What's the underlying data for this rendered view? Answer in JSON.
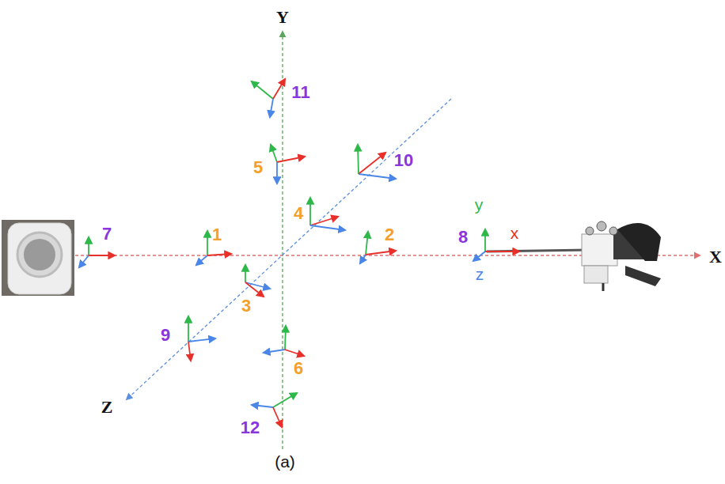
{
  "diagram": {
    "caption": "(a)",
    "labels": [
      "Y",
      "11",
      "5",
      "10",
      "4",
      "7",
      "1",
      "2",
      "y",
      "8",
      "x",
      "z",
      "X",
      "3",
      "9",
      "6",
      "Z",
      "12"
    ]
  }
}
